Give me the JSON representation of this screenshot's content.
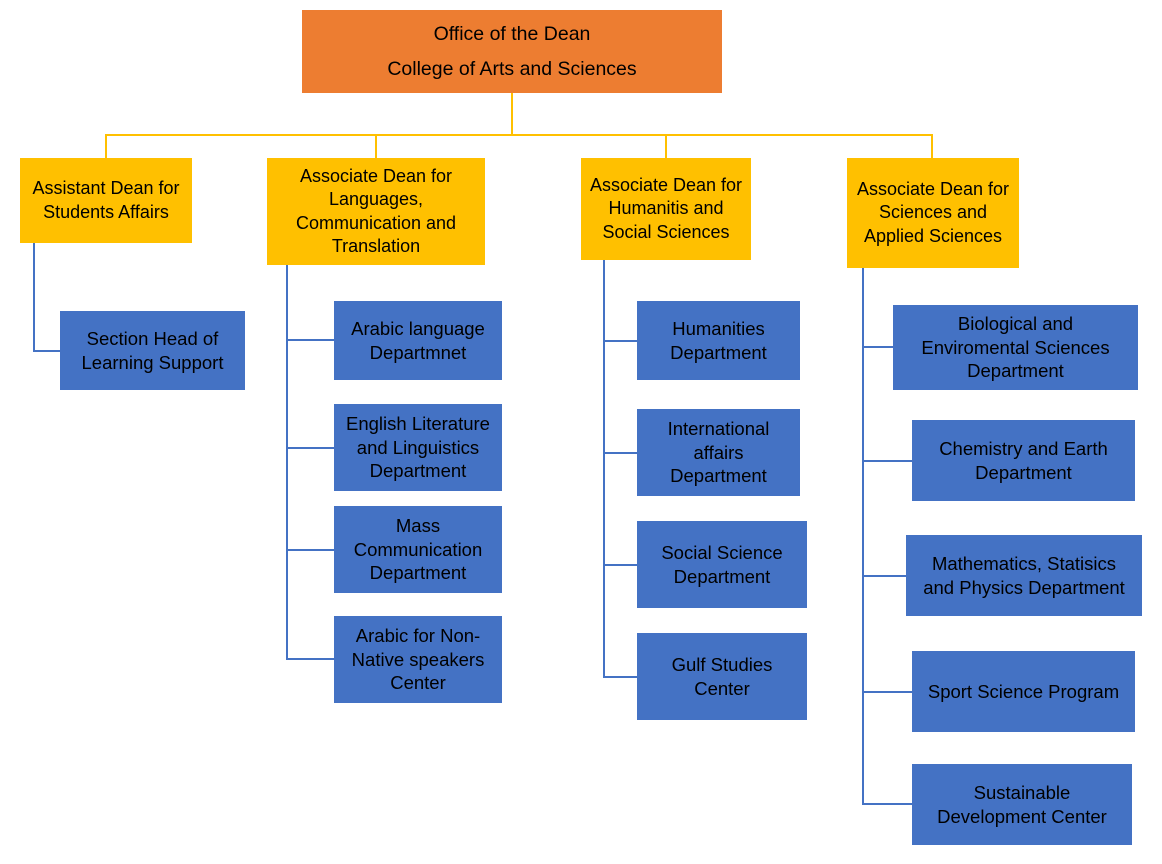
{
  "chart_data": {
    "type": "diagram",
    "title": "Office of the Dean — College of Arts and Sciences organizational chart",
    "colors": {
      "root_box": "#ED7D31",
      "level2_box": "#FFC000",
      "leaf_box": "#4472C4",
      "root_connector": "#FFC000",
      "leaf_connector": "#4472C4",
      "text": "#000000",
      "background": "#FFFFFF"
    },
    "orientation": "top-down tree",
    "levels": 3
  },
  "root": {
    "line1": "Office of the Dean",
    "line2": "College of Arts and Sciences"
  },
  "branches": [
    {
      "id": "students-affairs",
      "label": "Assistant Dean for\nStudents Affairs",
      "children": [
        {
          "id": "section-head-learning-support",
          "label": "Section Head of\nLearning Support"
        }
      ]
    },
    {
      "id": "languages-communication-translation",
      "label": "Associate Dean for\nLanguages,\nCommunication and\nTranslation",
      "children": [
        {
          "id": "arabic-language-department",
          "label": "Arabic language\nDepartmnet"
        },
        {
          "id": "english-literature-linguistics-department",
          "label": "English Literature\nand Linguistics\nDepartment"
        },
        {
          "id": "mass-communication-department",
          "label": "Mass\nCommunication\nDepartment"
        },
        {
          "id": "arabic-non-native-speakers-center",
          "label": "Arabic for Non-\nNative speakers\nCenter"
        }
      ]
    },
    {
      "id": "humanities-social-sciences",
      "label": "Associate Dean for\nHumanitis and\nSocial Sciences",
      "children": [
        {
          "id": "humanities-department",
          "label": "Humanities\nDepartment"
        },
        {
          "id": "international-affairs-department",
          "label": "International\naffairs\nDepartment"
        },
        {
          "id": "social-science-department",
          "label": "Social Science\nDepartment"
        },
        {
          "id": "gulf-studies-center",
          "label": "Gulf Studies\nCenter"
        }
      ]
    },
    {
      "id": "sciences-applied-sciences",
      "label": "Associate Dean for\nSciences and\nApplied Sciences",
      "children": [
        {
          "id": "biological-enviromental-sciences-department",
          "label": "Biological and\nEnviromental Sciences\nDepartment"
        },
        {
          "id": "chemistry-earth-department",
          "label": "Chemistry and Earth\nDepartment"
        },
        {
          "id": "mathematics-statisics-physics-department",
          "label": "Mathematics, Statisics\nand Physics Department"
        },
        {
          "id": "sport-science-program",
          "label": "Sport Science Program"
        },
        {
          "id": "sustainable-development-center",
          "label": "Sustainable\nDevelopment Center"
        }
      ]
    }
  ]
}
